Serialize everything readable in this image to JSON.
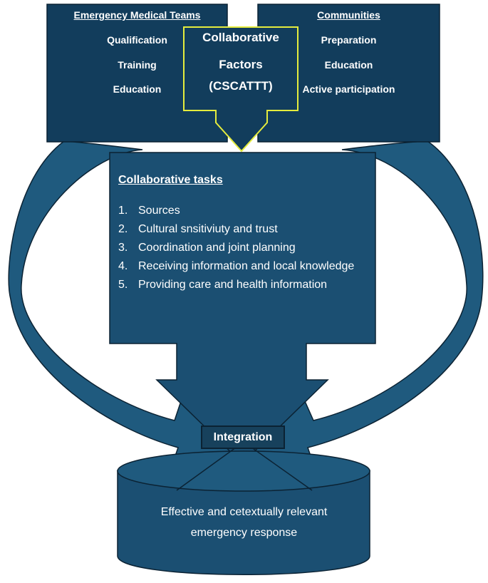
{
  "emergency_teams": {
    "title": "Emergency Medical Teams",
    "items": [
      "Qualification",
      "Training",
      "Education"
    ]
  },
  "communities": {
    "title": "Communities",
    "items": [
      "Preparation",
      "Education",
      "Active participation"
    ]
  },
  "collaborative_factors": {
    "line1": "Collaborative",
    "line2": "Factors",
    "line3": "(CSCATTT)"
  },
  "collaborative_tasks": {
    "title": "Collaborative tasks",
    "items": [
      {
        "num": "1.",
        "label": "Sources"
      },
      {
        "num": "2.",
        "label": "Cultural snsitiviuty and trust"
      },
      {
        "num": "3.",
        "label": "Coordination and joint planning"
      },
      {
        "num": "4.",
        "label": "Receiving information and local knowledge"
      },
      {
        "num": "5.",
        "label": "Providing care and health information"
      }
    ]
  },
  "integration": {
    "label": "Integration"
  },
  "outcome": {
    "line1": "Effective and cetextually relevant",
    "line2": "emergency response"
  },
  "colors": {
    "box_fill": "#1b4f72",
    "dark_box": "#123d5c",
    "ring": "#1f5a7e",
    "highlight_border": "#e5ec3d",
    "stroke": "#0b2233"
  }
}
